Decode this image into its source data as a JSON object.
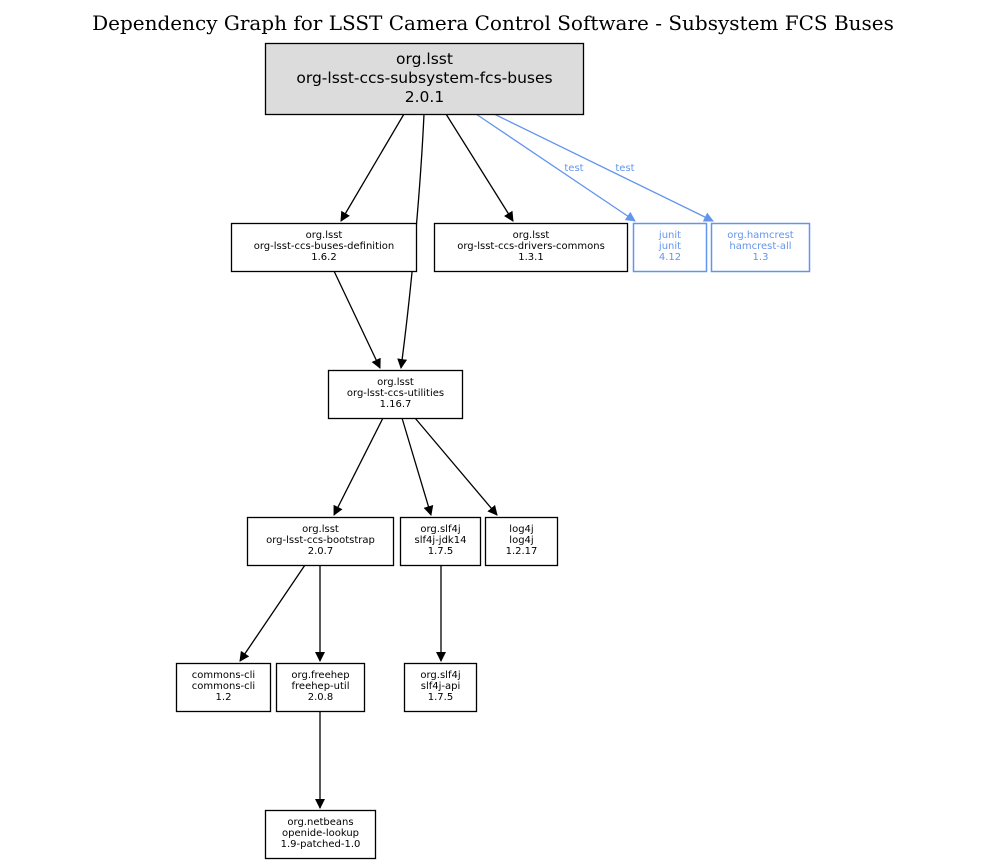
{
  "title": "Dependency Graph for LSST Camera Control Software - Subsystem FCS Buses",
  "colors": {
    "root_fill": "#dcdcdc",
    "default_stroke": "#000000",
    "test_stroke": "#6495ed"
  },
  "nodes": [
    {
      "id": "root",
      "group": "org.lsst",
      "artifact": "org-lsst-ccs-subsystem-fcs-buses",
      "version": "2.0.1",
      "scope": "root"
    },
    {
      "id": "buses-definition",
      "group": "org.lsst",
      "artifact": "org-lsst-ccs-buses-definition",
      "version": "1.6.2",
      "scope": "compile"
    },
    {
      "id": "drivers-commons",
      "group": "org.lsst",
      "artifact": "org-lsst-ccs-drivers-commons",
      "version": "1.3.1",
      "scope": "compile"
    },
    {
      "id": "junit",
      "group": "junit",
      "artifact": "junit",
      "version": "4.12",
      "scope": "test"
    },
    {
      "id": "hamcrest",
      "group": "org.hamcrest",
      "artifact": "hamcrest-all",
      "version": "1.3",
      "scope": "test"
    },
    {
      "id": "utilities",
      "group": "org.lsst",
      "artifact": "org-lsst-ccs-utilities",
      "version": "1.16.7",
      "scope": "compile"
    },
    {
      "id": "bootstrap",
      "group": "org.lsst",
      "artifact": "org-lsst-ccs-bootstrap",
      "version": "2.0.7",
      "scope": "compile"
    },
    {
      "id": "slf4j-jdk14",
      "group": "org.slf4j",
      "artifact": "slf4j-jdk14",
      "version": "1.7.5",
      "scope": "compile"
    },
    {
      "id": "log4j",
      "group": "log4j",
      "artifact": "log4j",
      "version": "1.2.17",
      "scope": "compile"
    },
    {
      "id": "commons-cli",
      "group": "commons-cli",
      "artifact": "commons-cli",
      "version": "1.2",
      "scope": "compile"
    },
    {
      "id": "freehep-util",
      "group": "org.freehep",
      "artifact": "freehep-util",
      "version": "2.0.8",
      "scope": "compile"
    },
    {
      "id": "slf4j-api",
      "group": "org.slf4j",
      "artifact": "slf4j-api",
      "version": "1.7.5",
      "scope": "compile"
    },
    {
      "id": "openide-lookup",
      "group": "org.netbeans",
      "artifact": "openide-lookup",
      "version": "1.9-patched-1.0",
      "scope": "compile"
    }
  ],
  "edges": [
    {
      "from": "root",
      "to": "buses-definition",
      "label": ""
    },
    {
      "from": "root",
      "to": "utilities",
      "label": ""
    },
    {
      "from": "root",
      "to": "drivers-commons",
      "label": ""
    },
    {
      "from": "root",
      "to": "junit",
      "label": "test"
    },
    {
      "from": "root",
      "to": "hamcrest",
      "label": "test"
    },
    {
      "from": "buses-definition",
      "to": "utilities",
      "label": ""
    },
    {
      "from": "utilities",
      "to": "bootstrap",
      "label": ""
    },
    {
      "from": "utilities",
      "to": "slf4j-jdk14",
      "label": ""
    },
    {
      "from": "utilities",
      "to": "log4j",
      "label": ""
    },
    {
      "from": "bootstrap",
      "to": "commons-cli",
      "label": ""
    },
    {
      "from": "bootstrap",
      "to": "freehep-util",
      "label": ""
    },
    {
      "from": "slf4j-jdk14",
      "to": "slf4j-api",
      "label": ""
    },
    {
      "from": "freehep-util",
      "to": "openide-lookup",
      "label": ""
    }
  ]
}
